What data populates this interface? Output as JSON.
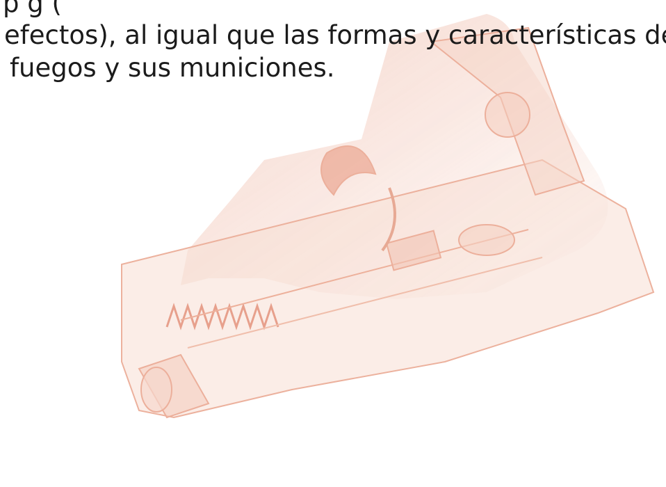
{
  "document": {
    "lines": [
      "p                              g                                                  (",
      "efectos), al igual que las formas y características de las armas",
      " fuegos y sus municiones."
    ]
  },
  "illustration": {
    "icon": "pistol-cutaway-icon",
    "tint": "#e8a58c"
  }
}
